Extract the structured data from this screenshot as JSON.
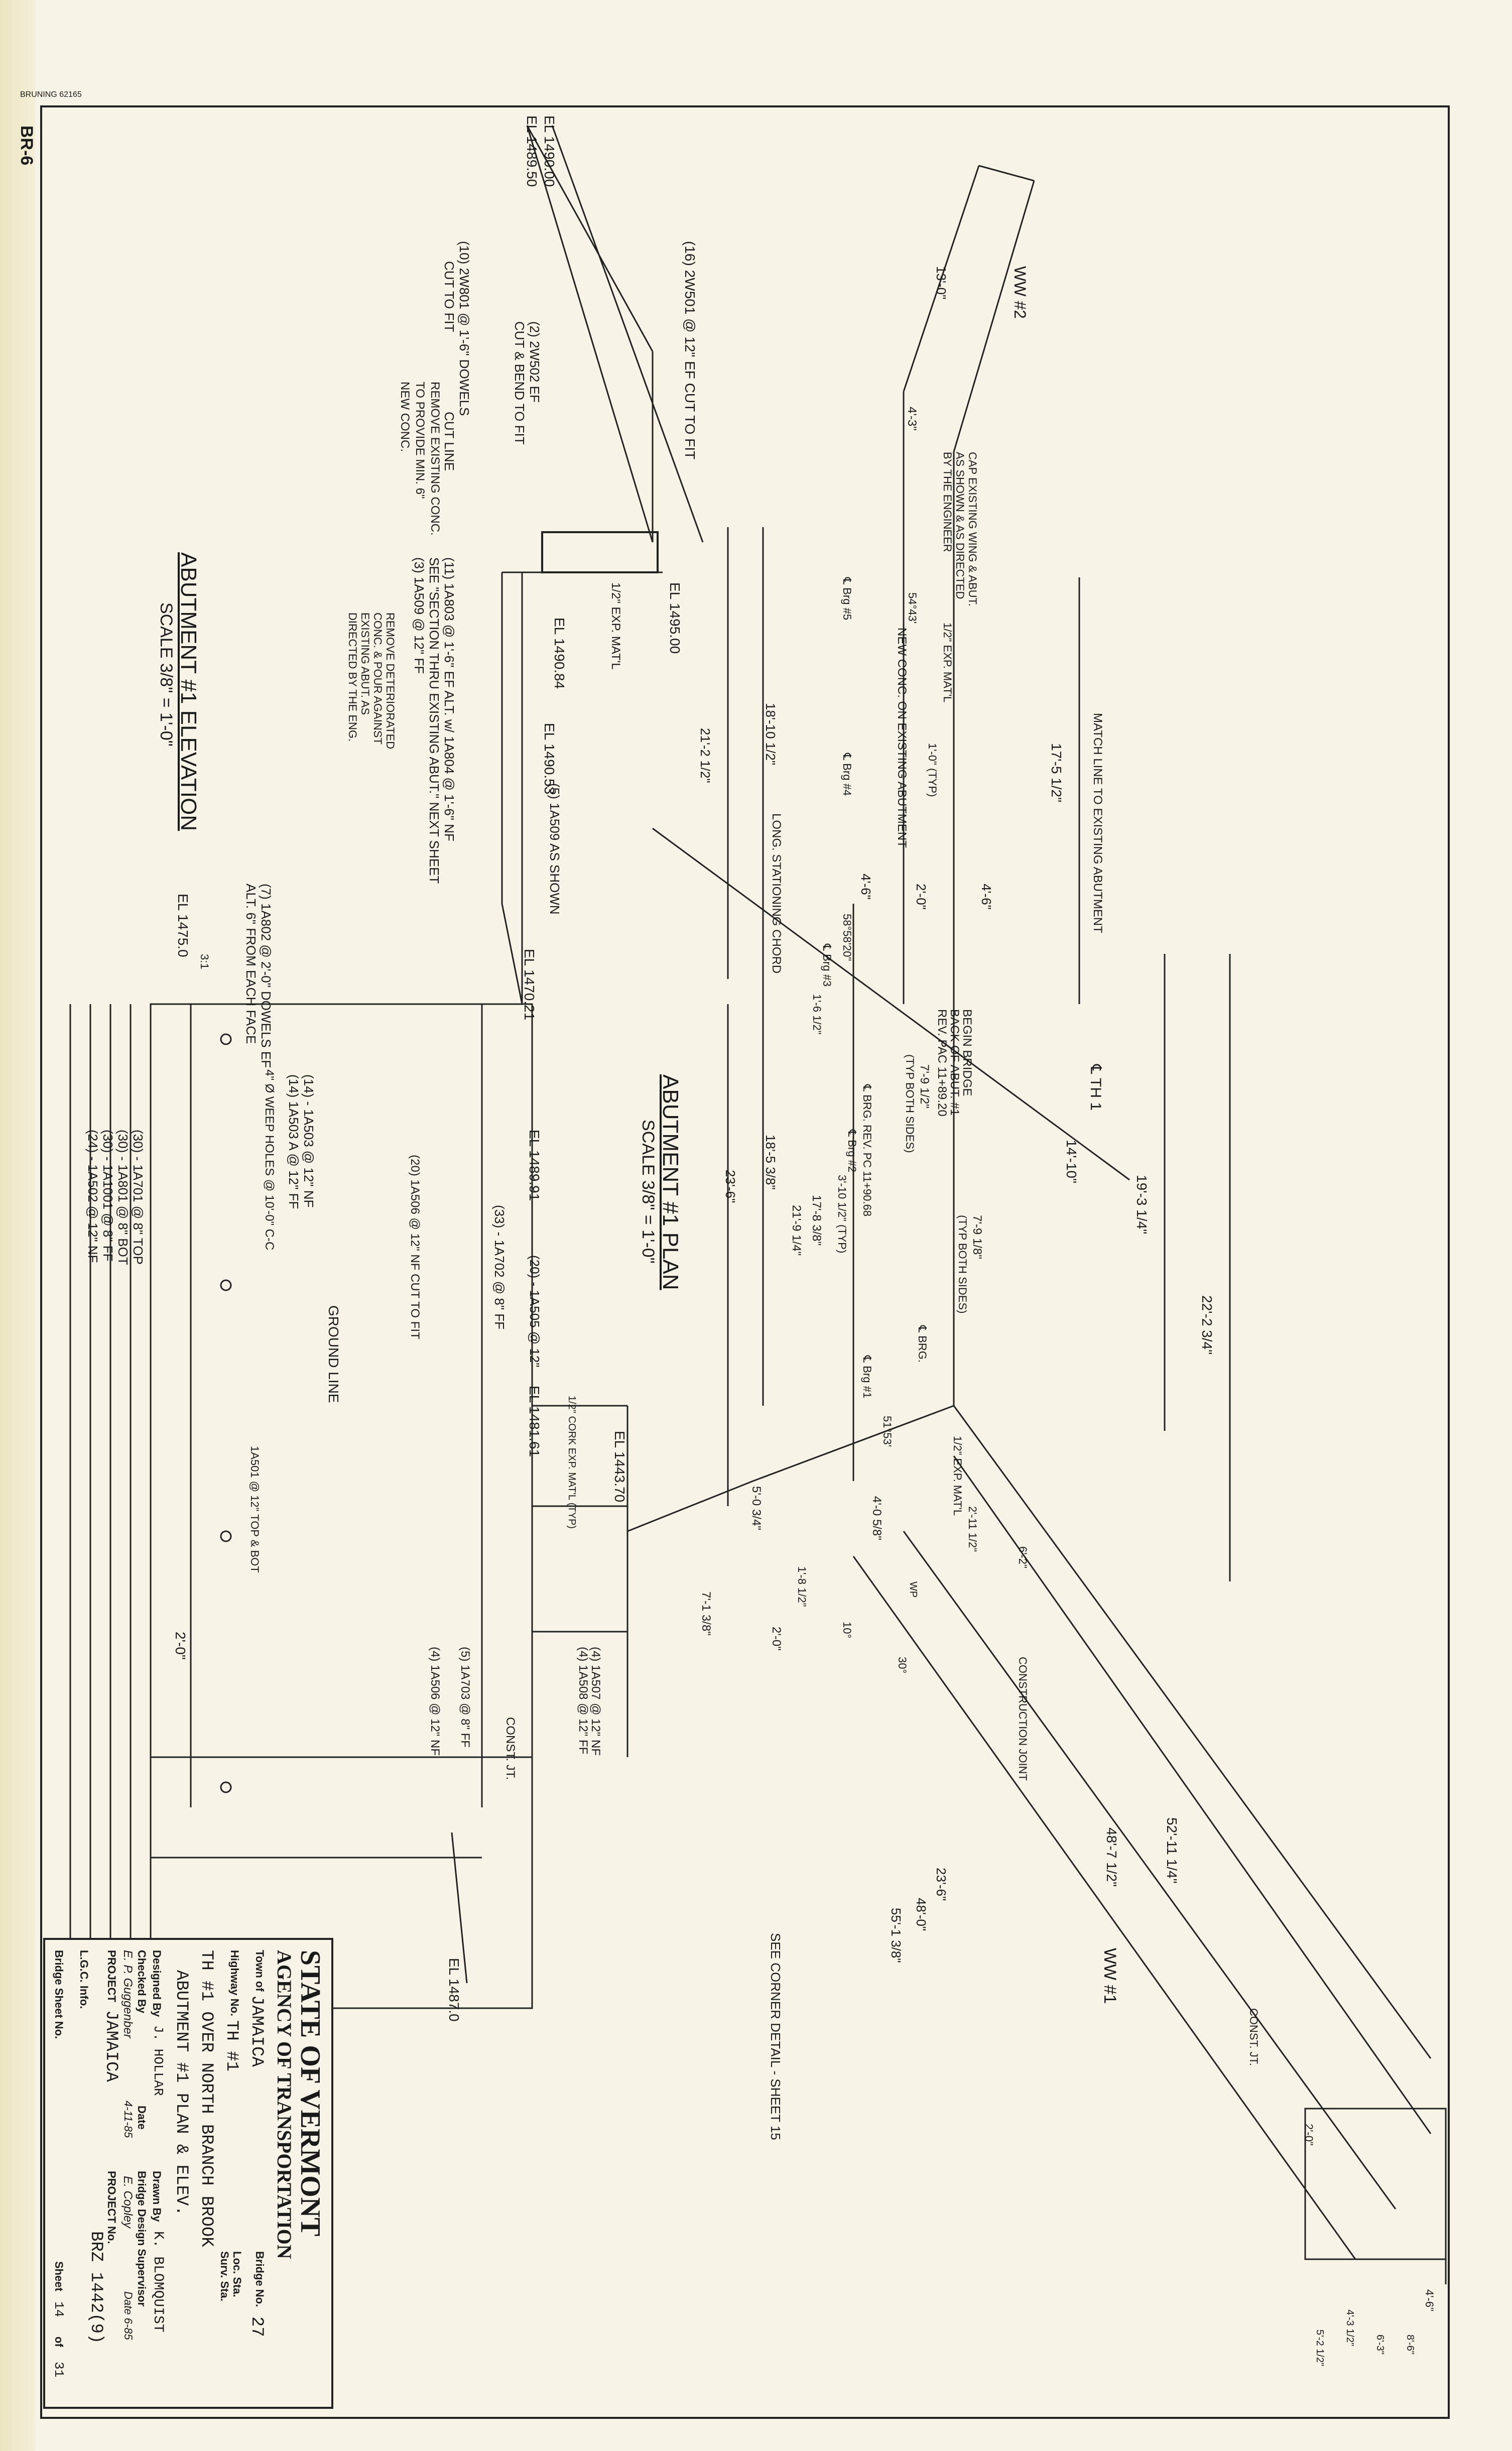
{
  "corner": {
    "brand": "BRUNING 62165",
    "sheet_tag": "BR-6"
  },
  "title_block": {
    "agency_line1": "STATE OF VERMONT",
    "agency_line2": "AGENCY OF TRANSPORTATION",
    "town_label": "Town of",
    "town_value": "JAMAICA",
    "bridge_no_label": "Bridge No.",
    "bridge_no_value": "27",
    "highway_label": "Highway No.",
    "highway_value": "TH #1",
    "loc_sta_label": "Loc. Sta.",
    "surv_sta_label": "Surv. Sta.",
    "description_line1": "TH #1 OVER NORTH BRANCH BROOK",
    "description_line2": "ABUTMENT #1 PLAN & ELEV.",
    "designed_by_label": "Designed By",
    "designed_by_value": "J. HOLLAR",
    "drawn_by_label": "Drawn By",
    "drawn_by_value": "K. BLOMQUIST",
    "checked_by_label": "Checked By",
    "checked_by_value": "E. P. Guggenber",
    "date_label": "Date",
    "date_value": "4-11-85",
    "supervisor_label": "Bridge Design Supervisor",
    "supervisor_value": "E. Copley",
    "supervisor_date": "Date 6-85",
    "project_label": "PROJECT",
    "project_value": "JAMAICA",
    "project_no_label": "PROJECT No.",
    "project_no_value": "BRZ 1442(9)",
    "lgc_label": "L.G.C. Info.",
    "bridge_sheet_label": "Bridge Sheet No.",
    "sheet_label": "Sheet",
    "sheet_value": "14",
    "of_label": "of",
    "of_value": "31"
  },
  "elevation_view": {
    "title": "ABUTMENT #1 ELEVATION",
    "scale": "SCALE 3/8\" = 1'-0\"",
    "labels": [
      "EL 1490.00",
      "EL 1489.50",
      "(16) 2W501 @ 12\" EF CUT TO FIT",
      "(2) 2W502 EF",
      "CUT & BEND TO FIT",
      "(10) 2W801 @ 1'-6\" DOWELS",
      "CUT TO FIT",
      "CUT LINE",
      "REMOVE EXISTING CONC.",
      "TO PROVIDE MIN. 6\"",
      "NEW CONC.",
      "EL 1495.00",
      "1/2\" EXP. MAT'L",
      "EL 1490.84",
      "(11) 1A803 @ 1'-6\" EF ALT. w/ 1A804 @ 1'-6\" NF",
      "SEE \"SECTION THRU EXISTING ABUT.\" NEXT SHEET",
      "(3) 1A509 @ 12\" FF",
      "REMOVE DETERIORATED",
      "CONC. & POUR AGAINST",
      "EXISTING ABUT. AS",
      "DIRECTED BY THE ENG.",
      "EL 1490.53",
      "(5) 1A509 AS SHOWN",
      "(7) 1A802 @ 2'-0\" DOWELS EF",
      "ALT. 6\" FROM EACH FACE",
      "EL 1475.0",
      "EL 1470.21",
      "(14) - 1A503 @ 12\" NF",
      "(14) 1A503 A @ 12\" FF",
      "4\" Ø WEEP HOLES @ 10'-0\" C-C",
      "(20) 1A506 @ 12\" NF CUT TO FIT",
      "GROUND LINE",
      "(30) - 1A701 @ 8\" TOP",
      "(30) - 1A801 @ 8\" BOT",
      "(30) - 1A1001 @ 8\" FF",
      "(24) - 1A502 @ 12\" NF",
      "1A501 @ 12\" TOP & BOT",
      "EL 1489.91",
      "(20) - 1A505 @ 12\"",
      "(33) - 1A702 @ 8\" FF",
      "EL 1481.61",
      "1/2\" CORK EXP. MAT'L (TYP)",
      "EL 1443.70",
      "2'-0\"",
      "(4) 1A507 @ 12\" NF",
      "(4) 1A508 @ 12\" FF",
      "CONST. JT.",
      "(5) 1A703 @ 8\" FF",
      "(4) 1A506 @ 12\" NF",
      "EL 1487.0",
      "3:1"
    ]
  },
  "plan_view": {
    "title": "ABUTMENT #1 PLAN",
    "scale": "SCALE 3/8\" = 1'-0\"",
    "labels": [
      "WW #2",
      "13'-0\"",
      "4'-3\"",
      "CAP EXISTING WING & ABUT.",
      "AS SHOWN & AS DIRECTED",
      "BY THE ENGINEER",
      "1/2\" EXP. MAT'L",
      "54°43'",
      "℄ Brg #5",
      "NEW CONC. ON EXISTING ABUTMENT",
      "1'-0\" (TYP)",
      "℄ Brg #4",
      "17'-5 1/2\"",
      "MATCH LINE TO EXISTING ABUTMENT",
      "18'-10 1/2\"",
      "21'-2 1/2\"",
      "4'-6\"",
      "2'-0\"",
      "4'-6\"",
      "LONG. STATIONING CHORD",
      "58°58'20\"",
      "℄ Brg #3",
      "1'-6 1/2\"",
      "℄ TH 1",
      "BEGIN BRIDGE",
      "BACK OF ABUT. #1",
      "REV. PAC 11+89.20",
      "7'-9 1/2\"",
      "(TYP BOTH SIDES)",
      "℄ BRG. REV. PC 11+90.68",
      "14'-10\"",
      "19'-3 1/4\"",
      "22'-2 3/4\"",
      "18'-5 3/8\"",
      "23'-6\"",
      "3'-10 1/2\" (TYP)",
      "17'-8 3/8\"",
      "21'-9 1/4\"",
      "℄ Brg #2",
      "℄ BRG.",
      "℄ Brg #1",
      "7'-9 1/8\"",
      "(TYP BOTH SIDES)",
      "51°53'",
      "1/2\" EXP. MAT'L",
      "2'-11 1/2\"",
      "6'-2\"",
      "4'-0 5/8\"",
      "5'-0 3/4\"",
      "1'-8 1/2\"",
      "7'-1 3/8\"",
      "WP",
      "CONSTRUCTION JOINT",
      "10°",
      "30°",
      "2'-0\"",
      "52'-11 1/4\"",
      "48'-7 1/2\"",
      "WW #1",
      "23'-6\"",
      "48'-0\"",
      "55'-1 3/8\"",
      "CONST. JT.",
      "2'-0\"",
      "SEE CORNER DETAIL - SHEET 15",
      "4'-6\"",
      "4'-3 1/2\"",
      "5'-2 1/2\"",
      "8'-6\"",
      "6'-3\""
    ]
  }
}
